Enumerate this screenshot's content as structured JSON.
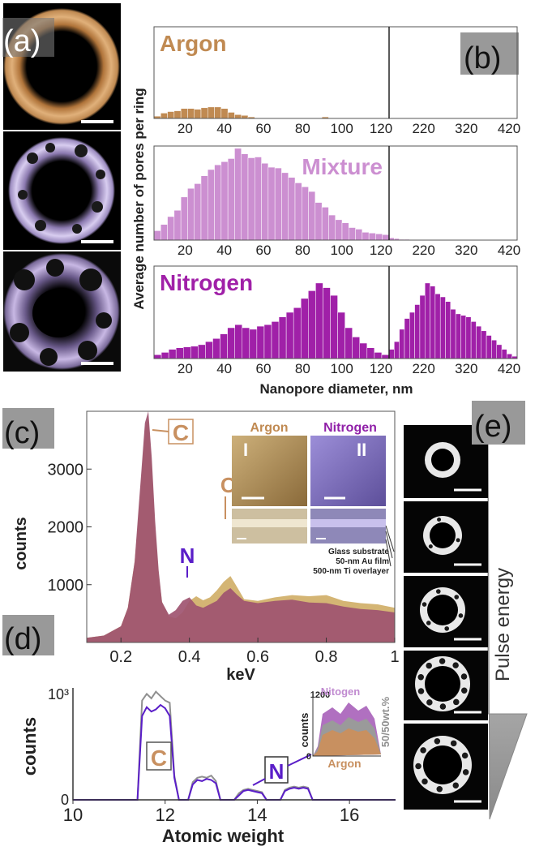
{
  "panel_labels": {
    "a": "(a)",
    "b": "(b)",
    "c": "(c)",
    "d": "(d)",
    "e": "(e)"
  },
  "colors": {
    "argon": "#c08a52",
    "mixture": "#cc8fd1",
    "nitrogen": "#a020a8",
    "gold": "#d4b574",
    "maroon": "#9e5470",
    "n_label": "#5a1ec8",
    "c_label": "#c89060",
    "gray": "#909090"
  },
  "panel_e_label": "Pulse energy",
  "chart_data": [
    {
      "type": "bar",
      "id": "b",
      "ylabel": "Average number of pores per ring",
      "xlabel": "Nanopore diameter, nm",
      "x_ticks_left": [
        "20",
        "40",
        "60",
        "80",
        "100",
        "120"
      ],
      "x_ticks_right": [
        "220",
        "320",
        "420"
      ],
      "series": [
        {
          "name": "Argon",
          "left_values": [
            3,
            7,
            9,
            10,
            13,
            13,
            12,
            14,
            15,
            15,
            13,
            8,
            5,
            4,
            2,
            0,
            0,
            0,
            0,
            0,
            0,
            0,
            0,
            0,
            0,
            2,
            0,
            0,
            0,
            0,
            0,
            0,
            0,
            0,
            0
          ],
          "right_values": [
            0,
            0,
            0,
            0,
            0,
            0,
            0,
            0,
            0,
            0,
            0,
            0,
            0,
            0,
            0,
            0,
            0,
            0,
            0,
            0,
            0,
            0,
            0,
            0,
            0
          ]
        },
        {
          "name": "Mixture",
          "left_values": [
            12,
            20,
            30,
            38,
            55,
            66,
            72,
            82,
            90,
            96,
            100,
            104,
            117,
            110,
            105,
            106,
            98,
            93,
            92,
            86,
            80,
            73,
            68,
            62,
            48,
            42,
            32,
            26,
            22,
            16,
            14,
            10,
            9,
            8,
            7
          ],
          "right_values": [
            3,
            2,
            1,
            1,
            0,
            0,
            0,
            0,
            0,
            0,
            0,
            0,
            0,
            0,
            0,
            0,
            0,
            0,
            0,
            0,
            0,
            0,
            0,
            0,
            0
          ]
        },
        {
          "name": "Nitrogen",
          "left_values": [
            5,
            8,
            12,
            14,
            15,
            16,
            18,
            22,
            26,
            32,
            40,
            44,
            40,
            38,
            42,
            44,
            48,
            54,
            60,
            66,
            78,
            88,
            98,
            92,
            82,
            60,
            40,
            28,
            20,
            14,
            8,
            5
          ],
          "right_values": [
            12,
            22,
            38,
            52,
            60,
            70,
            82,
            98,
            94,
            84,
            80,
            74,
            64,
            58,
            56,
            54,
            48,
            42,
            36,
            30,
            24,
            18,
            12,
            6,
            3
          ]
        }
      ]
    },
    {
      "type": "area",
      "id": "c",
      "ylabel": "counts",
      "xlabel": "keV",
      "x_ticks": [
        "0.2",
        "0.4",
        "0.6",
        "0.8",
        "1"
      ],
      "y_ticks": [
        "1000",
        "2000",
        "3000"
      ],
      "xlim": [
        0.1,
        1.0
      ],
      "ylim": [
        0,
        4000
      ],
      "annotations": {
        "c": "C",
        "o": "O",
        "n": "N"
      },
      "inset": {
        "argon": "Argon",
        "nitrogen": "Nitrogen",
        "roman_1": "I",
        "roman_2": "II",
        "layers": [
          "Glass substrate",
          "50-nm Au film",
          "500-nm Ti overlayer"
        ]
      },
      "series": [
        {
          "name": "Argon",
          "x": [
            0.1,
            0.15,
            0.2,
            0.22,
            0.24,
            0.25,
            0.26,
            0.27,
            0.28,
            0.29,
            0.3,
            0.31,
            0.32,
            0.34,
            0.36,
            0.38,
            0.4,
            0.42,
            0.44,
            0.46,
            0.48,
            0.5,
            0.52,
            0.54,
            0.56,
            0.6,
            0.65,
            0.7,
            0.75,
            0.8,
            0.85,
            0.9,
            0.95,
            1.0
          ],
          "y": [
            80,
            120,
            280,
            600,
            1400,
            2100,
            2900,
            3700,
            3900,
            3100,
            2000,
            1200,
            700,
            450,
            420,
            520,
            720,
            800,
            730,
            780,
            900,
            1050,
            1150,
            950,
            750,
            720,
            780,
            820,
            800,
            820,
            720,
            680,
            660,
            600
          ]
        },
        {
          "name": "Nitrogen",
          "x": [
            0.1,
            0.15,
            0.2,
            0.22,
            0.24,
            0.25,
            0.26,
            0.27,
            0.28,
            0.29,
            0.3,
            0.31,
            0.32,
            0.34,
            0.36,
            0.38,
            0.4,
            0.42,
            0.44,
            0.46,
            0.48,
            0.5,
            0.52,
            0.54,
            0.56,
            0.6,
            0.65,
            0.7,
            0.75,
            0.8,
            0.85,
            0.9,
            0.95,
            1.0
          ],
          "y": [
            80,
            120,
            280,
            600,
            1400,
            2200,
            3000,
            3800,
            4000,
            3200,
            2100,
            1250,
            700,
            480,
            560,
            720,
            780,
            640,
            600,
            660,
            720,
            860,
            940,
            820,
            720,
            680,
            720,
            740,
            690,
            680,
            620,
            580,
            560,
            520
          ]
        }
      ]
    },
    {
      "type": "line",
      "id": "d",
      "ylabel": "counts",
      "xlabel": "Atomic weight",
      "x_ticks": [
        "10",
        "12",
        "14",
        "16"
      ],
      "xlim": [
        10,
        17
      ],
      "ylim": [
        0,
        1000
      ],
      "y_ticks": [
        "0",
        "10³"
      ],
      "annotations": {
        "c": "C",
        "n": "N"
      },
      "inset": {
        "ylabel": "counts",
        "y_ticks": [
          "0",
          "1200"
        ],
        "nitogen": "Nitogen",
        "argon": "Argon",
        "mix": "50/50wt.%"
      },
      "series": [
        {
          "name": "Nitrogen",
          "x": [
            10,
            11.3,
            11.4,
            11.5,
            11.6,
            11.7,
            11.8,
            11.9,
            12.0,
            12.1,
            12.2,
            12.3,
            12.4,
            12.5,
            12.6,
            12.7,
            12.8,
            12.9,
            13.0,
            13.1,
            13.2,
            13.3,
            13.4,
            13.5,
            13.6,
            13.7,
            13.8,
            13.9,
            14.0,
            14.1,
            14.2,
            14.3,
            14.4,
            14.5,
            14.6,
            14.7,
            14.8,
            14.9,
            15.0,
            15.1,
            15.2,
            15.3,
            15.4,
            15.5,
            17
          ],
          "y": [
            0,
            0,
            0,
            760,
            840,
            800,
            820,
            860,
            830,
            760,
            200,
            0,
            0,
            0,
            140,
            180,
            170,
            190,
            180,
            150,
            0,
            0,
            0,
            0,
            40,
            80,
            90,
            80,
            70,
            60,
            0,
            0,
            0,
            0,
            80,
            100,
            110,
            100,
            110,
            100,
            0,
            0,
            0,
            0,
            0
          ]
        },
        {
          "name": "Argon",
          "x": [
            10,
            11.3,
            11.4,
            11.5,
            11.6,
            11.7,
            11.8,
            11.9,
            12.0,
            12.1,
            12.2,
            12.3,
            12.4,
            12.5,
            12.6,
            12.7,
            12.8,
            12.9,
            13.0,
            13.1,
            13.2,
            13.3,
            13.4,
            13.5,
            13.6,
            13.7,
            13.8,
            13.9,
            14.0,
            14.1,
            14.2,
            14.3,
            14.4,
            14.5,
            14.6,
            14.7,
            14.8,
            14.9,
            15.0,
            15.1,
            15.2,
            15.3,
            15.4,
            15.5,
            17
          ],
          "y": [
            0,
            0,
            0,
            900,
            960,
            920,
            980,
            940,
            900,
            880,
            220,
            0,
            0,
            0,
            160,
            200,
            210,
            200,
            220,
            170,
            0,
            0,
            0,
            0,
            60,
            90,
            100,
            90,
            80,
            70,
            0,
            0,
            0,
            0,
            90,
            110,
            120,
            110,
            120,
            110,
            0,
            0,
            0,
            0,
            0
          ]
        }
      ]
    }
  ]
}
